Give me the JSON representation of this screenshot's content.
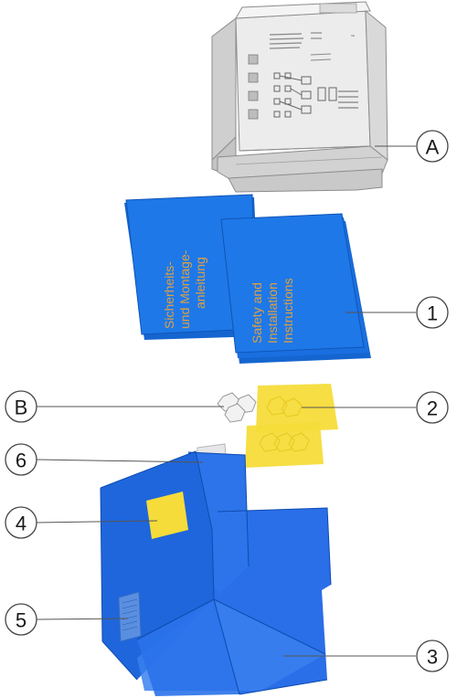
{
  "callouts": {
    "A": "A",
    "B": "B",
    "1": "1",
    "2": "2",
    "3": "3",
    "4": "4",
    "5": "5",
    "6": "6"
  },
  "booklets": {
    "german_line1": "Sicherheits-",
    "german_line2": "und Montage-",
    "german_line3": "anleitung",
    "english_line1": "Safety and",
    "english_line2": "Installation",
    "english_line3": "Instructions"
  },
  "colors": {
    "box_blue": "#1f6fe0",
    "booklet_blue": "#1e78e8",
    "sticker_yellow": "#f5dc3a",
    "device_gray": "#e6e6e6",
    "text_orange": "#e0a040"
  }
}
